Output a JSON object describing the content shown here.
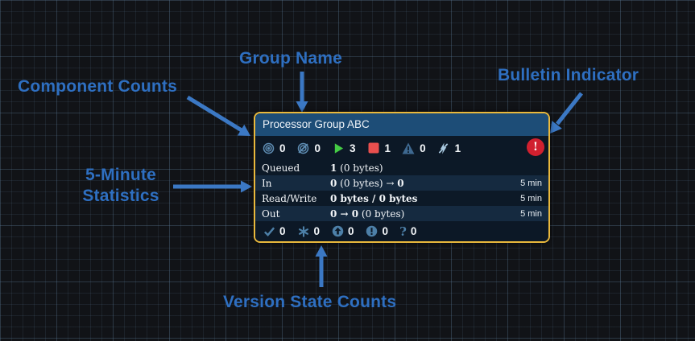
{
  "colors": {
    "annotation_blue": "#2e6fc1",
    "arrow_blue": "#3b78c4",
    "selection_gold": "#e9b83c",
    "title_bar_blue": "#1d4d77",
    "running_green": "#45cc45",
    "stopped_red": "#e94f4e",
    "bulletin_red": "#d1202f",
    "steel_icon_blue": "#5e8cb2"
  },
  "annotations": {
    "group_name": "Group Name",
    "component_counts": "Component Counts",
    "bulletin_indicator": "Bulletin Indicator",
    "five_minute_line1": "5-Minute",
    "five_minute_line2": "Statistics",
    "version_state_counts": "Version State Counts"
  },
  "process_group": {
    "title": "Processor Group ABC",
    "component_counts": [
      {
        "icon": "transmitting-icon",
        "value": "0"
      },
      {
        "icon": "not-transmitting-icon",
        "value": "0"
      },
      {
        "icon": "running-icon",
        "value": "3"
      },
      {
        "icon": "stopped-icon",
        "value": "1"
      },
      {
        "icon": "invalid-icon",
        "value": "0"
      },
      {
        "icon": "disabled-icon",
        "value": "1"
      }
    ],
    "bulletin": {
      "symbol": "!"
    },
    "stats": {
      "rows": [
        {
          "label": "Queued",
          "segments": [
            {
              "text": "1",
              "bold": true
            },
            {
              "text": " (0 bytes)",
              "bold": false
            },
            {
              "text": "",
              "bold": true
            }
          ],
          "window": ""
        },
        {
          "label": "In",
          "segments": [
            {
              "text": "0",
              "bold": true
            },
            {
              "text": " (0 bytes) → ",
              "bold": false
            },
            {
              "text": "0",
              "bold": true
            }
          ],
          "window": "5 min"
        },
        {
          "label": "Read/Write",
          "segments": [
            {
              "text": "0 bytes / 0 bytes",
              "bold": true
            },
            {
              "text": "",
              "bold": false
            },
            {
              "text": "",
              "bold": true
            }
          ],
          "window": "5 min"
        },
        {
          "label": "Out",
          "segments": [
            {
              "text": "0 → 0",
              "bold": true
            },
            {
              "text": " (0 bytes)",
              "bold": false
            },
            {
              "text": "",
              "bold": true
            }
          ],
          "window": "5 min"
        }
      ]
    },
    "version_states": [
      {
        "icon": "up-to-date-icon",
        "value": "0"
      },
      {
        "icon": "locally-modified-icon",
        "value": "0"
      },
      {
        "icon": "stale-icon",
        "value": "0"
      },
      {
        "icon": "locally-modified-and-stale-icon",
        "value": "0"
      },
      {
        "icon": "sync-failure-icon",
        "value": "0"
      }
    ]
  }
}
